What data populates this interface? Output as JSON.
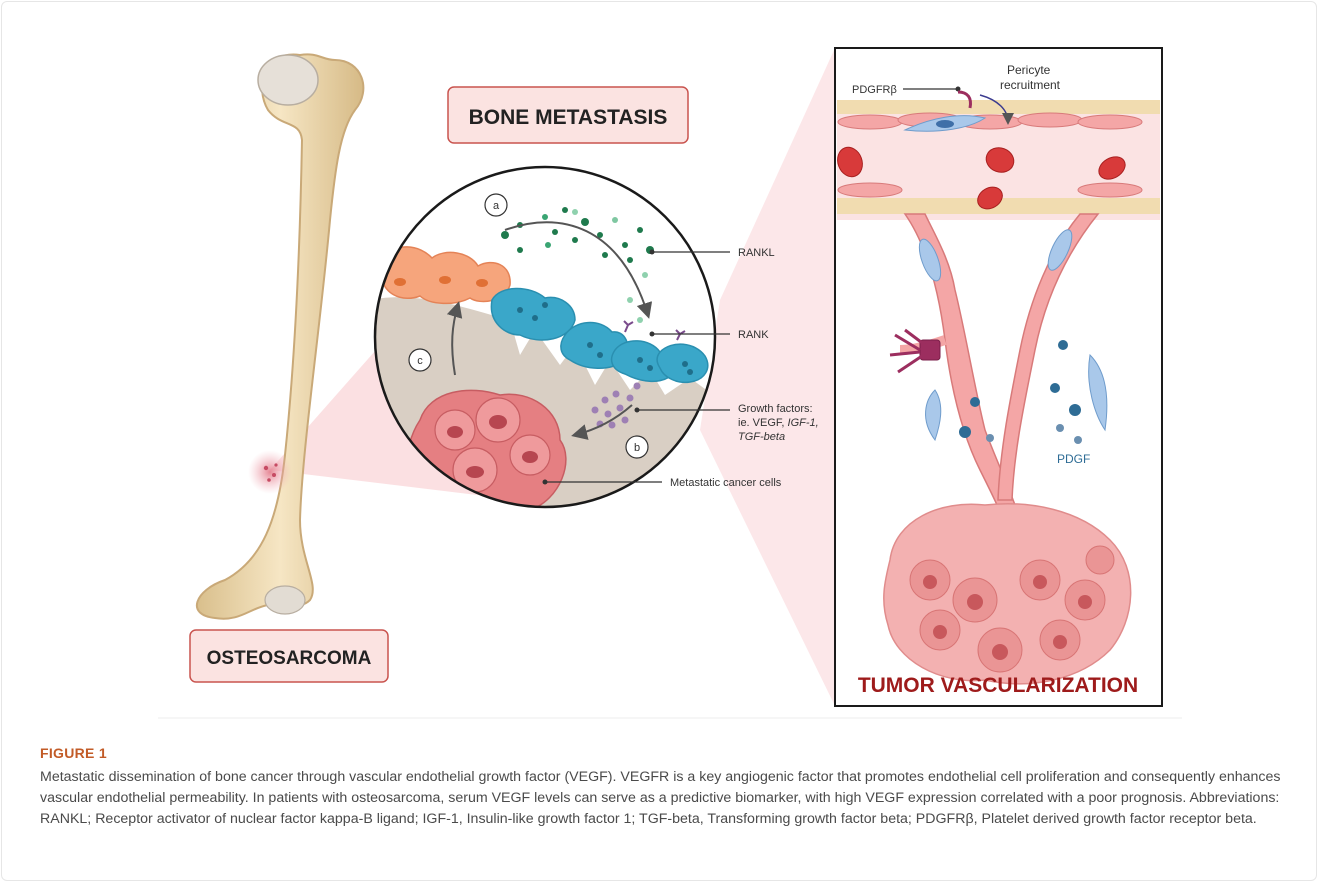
{
  "figure": {
    "titles": {
      "bone_metastasis": "BONE METASTASIS",
      "osteosarcoma": "OSTEOSARCOMA",
      "tumor_vascularization": "TUMOR VASCULARIZATION"
    },
    "circle_labels": {
      "a": "a",
      "b": "b",
      "c": "c",
      "rankl": "RANKL",
      "rank": "RANK",
      "growth_factors_1": "Growth factors:",
      "growth_factors_2": "ie. VEGF, ",
      "growth_factors_igf": "IGF-1,",
      "growth_factors_tgf": "TGF-beta",
      "metastatic_cells": "Metastatic cancer cells"
    },
    "vessel_labels": {
      "pdgfrb": "PDGFRβ",
      "pericyte_1": "Pericyte",
      "pericyte_2": "recruitment",
      "pdgf": "PDGF"
    },
    "colors": {
      "title_red": "#9e1b1b",
      "label_box_fill": "#fbe3e1",
      "label_box_stroke": "#c9544f",
      "pdgf_blue": "#2e6c95",
      "rankl_green": "#1f7a4d",
      "rank_blue": "#3aa7c9",
      "tumor_pink": "#e07a7a",
      "bone": "#f1dcb0"
    }
  },
  "caption": {
    "label": "FIGURE 1",
    "text": "Metastatic dissemination of bone cancer through vascular endothelial growth factor (VEGF). VEGFR is a key angiogenic factor that promotes endothelial cell proliferation and consequently enhances vascular endothelial permeability. In patients with osteosarcoma, serum VEGF levels can serve as a predictive biomarker, with high VEGF expression correlated with a poor prognosis. Abbreviations: RANKL; Receptor activator of nuclear factor kappa-B ligand; IGF-1, Insulin-like growth factor 1; TGF-beta, Transforming growth factor beta; PDGFRβ, Platelet derived growth factor receptor beta."
  }
}
